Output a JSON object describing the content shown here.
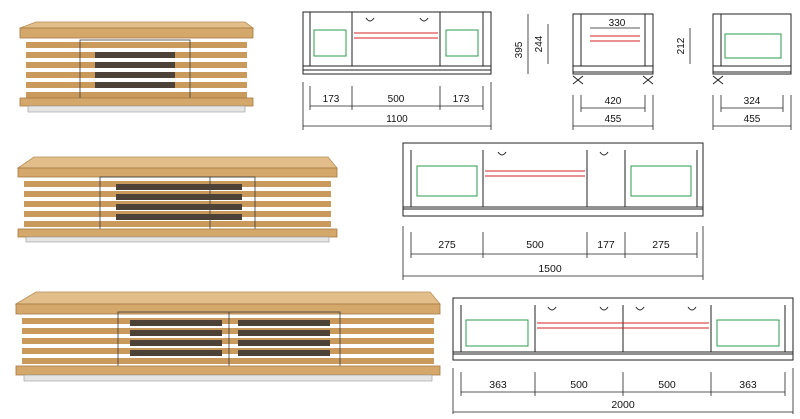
{
  "colors": {
    "wood_top": "#d4a76a",
    "wood_face": "#c99a5c",
    "wood_dark": "#a5773f",
    "slat_gap": "#ffffff",
    "louver_dark": "#4c4238",
    "plinth": "#e5e5e5",
    "line": "#222222",
    "red_rail": "#d42020",
    "green_glass": "#2e9a4e"
  },
  "models": {
    "small": {
      "front_view": {
        "dims": [
          "173",
          "500",
          "173"
        ],
        "total": "1100"
      },
      "side_view_1": {
        "height_total": "395",
        "height_inner": "244",
        "width_inner": "330",
        "width": "420",
        "depth": "455"
      },
      "side_view_2": {
        "height_inner": "212",
        "width": "324",
        "depth": "455"
      }
    },
    "medium": {
      "front_view": {
        "dims": [
          "275",
          "500",
          "177",
          "275"
        ],
        "total": "1500"
      }
    },
    "large": {
      "front_view": {
        "dims": [
          "363",
          "500",
          "500",
          "363"
        ],
        "total": "2000"
      }
    }
  }
}
